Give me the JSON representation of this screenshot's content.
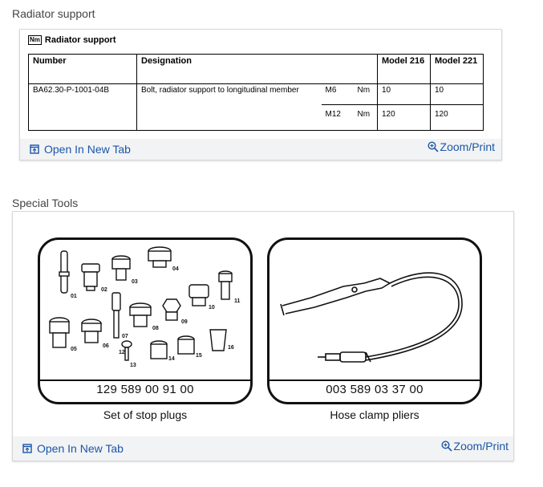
{
  "sections": {
    "radiator": {
      "title": "Radiator support",
      "table_heading": "Radiator support",
      "nm_icon": "Nm",
      "headers": {
        "number": "Number",
        "designation": "Designation",
        "model216": "Model 216",
        "model221": "Model 221"
      },
      "row": {
        "number": "BA62.30-P-1001-04B",
        "designation": "Bolt, radiator support to longitudinal member",
        "sub": [
          {
            "size": "M6",
            "unit": "Nm",
            "m216": "10",
            "m221": "10"
          },
          {
            "size": "M12",
            "unit": "Nm",
            "m216": "120",
            "m221": "120"
          }
        ]
      },
      "footer": {
        "open": "Open In New Tab",
        "zoom": "Zoom/Print"
      }
    },
    "tools": {
      "title": "Special Tools",
      "items": [
        {
          "part": "129 589 00 91 00",
          "caption": "Set of stop plugs"
        },
        {
          "part": "003 589 03 37 00",
          "caption": "Hose clamp pliers"
        }
      ],
      "plug_labels": [
        "01",
        "02",
        "03",
        "04",
        "05",
        "06",
        "07",
        "08",
        "09",
        "10",
        "11",
        "12",
        "13",
        "14",
        "15",
        "16"
      ],
      "footer": {
        "open": "Open In New Tab",
        "zoom": "Zoom/Print"
      }
    }
  },
  "colors": {
    "link": "#1a56a8",
    "footer_bg": "#f2f3f5"
  }
}
